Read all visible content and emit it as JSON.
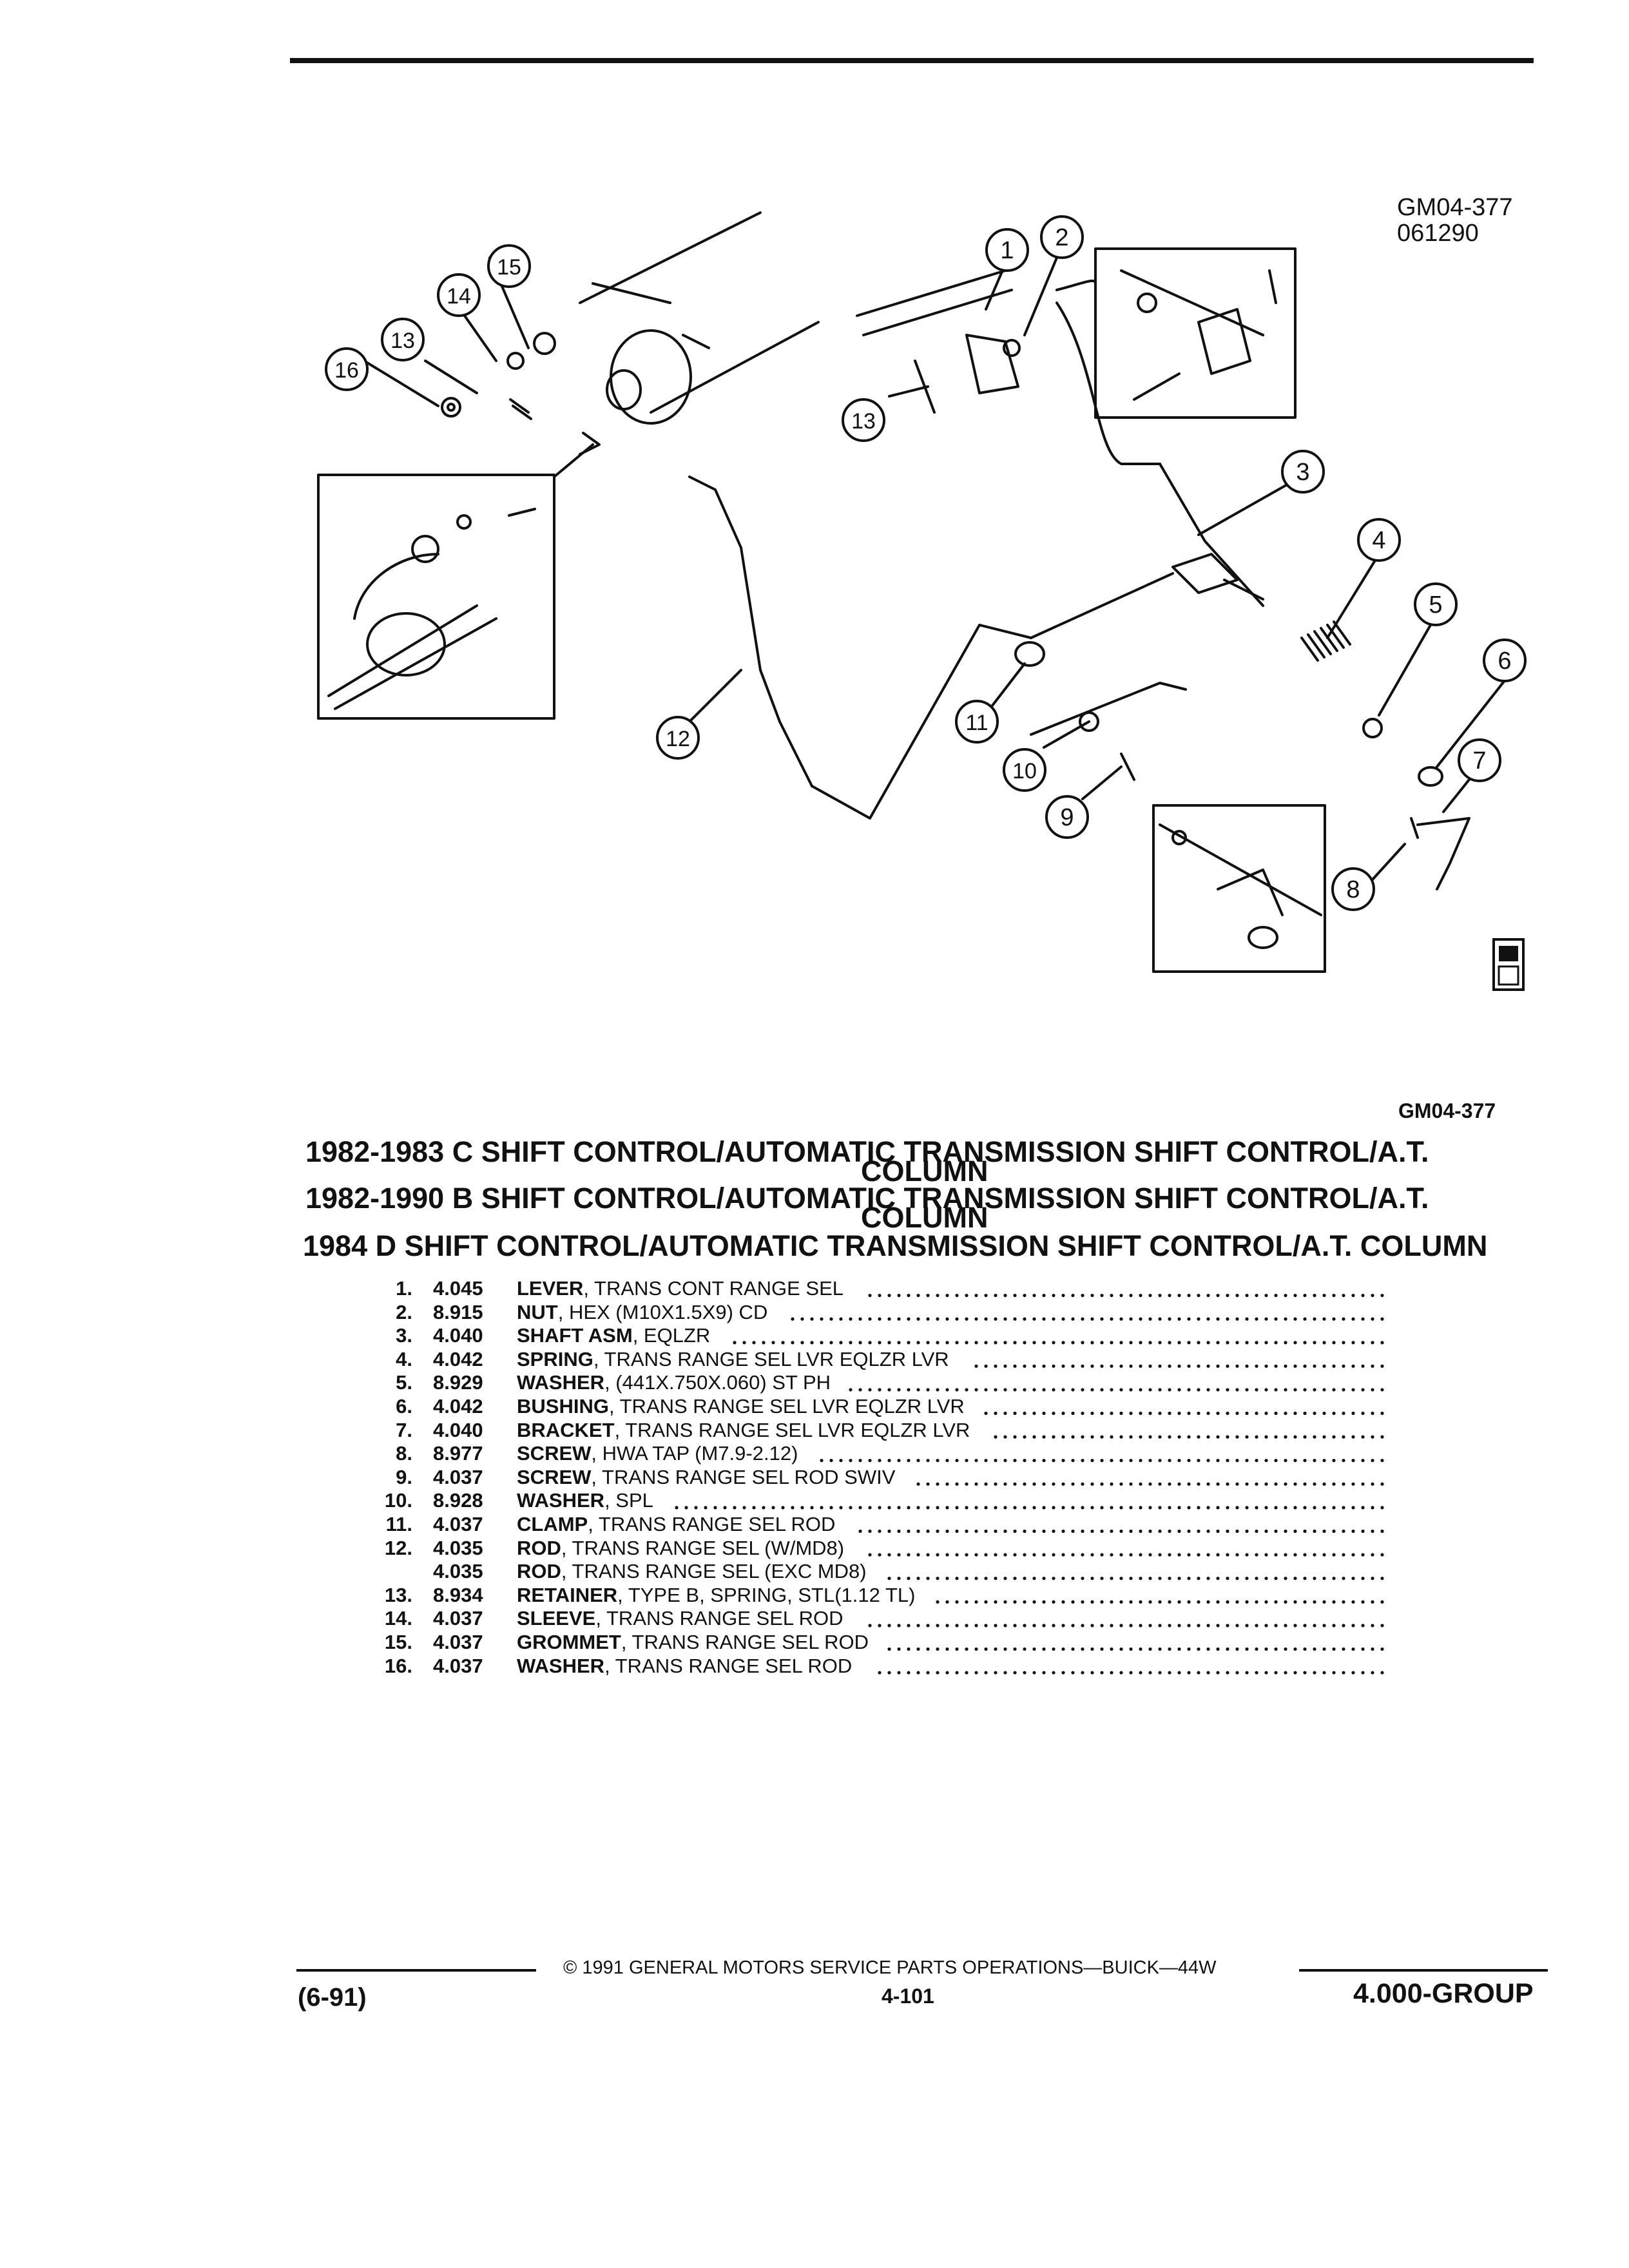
{
  "figure": {
    "id_line1": "GM04-377",
    "id_line2": "061290",
    "caption_id": "GM04-377",
    "callouts": [
      "1",
      "2",
      "3",
      "4",
      "5",
      "6",
      "7",
      "8",
      "9",
      "10",
      "11",
      "12",
      "13",
      "13",
      "14",
      "15",
      "16"
    ],
    "icon": "parts-catalog-logo-icon"
  },
  "titles": [
    {
      "main": "1982-1983 C SHIFT CONTROL/AUTOMATIC TRANSMISSION SHIFT CONTROL/A.T.",
      "sub": "COLUMN"
    },
    {
      "main": "1982-1990 B SHIFT CONTROL/AUTOMATIC TRANSMISSION SHIFT CONTROL/A.T.",
      "sub": "COLUMN"
    },
    {
      "main": "1984 D SHIFT CONTROL/AUTOMATIC TRANSMISSION SHIFT CONTROL/A.T. COLUMN",
      "sub": ""
    }
  ],
  "parts": [
    {
      "num": "1.",
      "code": "4.045",
      "name": "LEVER",
      "detail": ", TRANS CONT RANGE SEL"
    },
    {
      "num": "2.",
      "code": "8.915",
      "name": "NUT",
      "detail": ", HEX (M10X1.5X9) CD"
    },
    {
      "num": "3.",
      "code": "4.040",
      "name": "SHAFT ASM",
      "detail": ", EQLZR"
    },
    {
      "num": "4.",
      "code": "4.042",
      "name": "SPRING",
      "detail": ", TRANS RANGE SEL LVR EQLZR LVR"
    },
    {
      "num": "5.",
      "code": "8.929",
      "name": "WASHER",
      "detail": ", (441X.750X.060) ST PH"
    },
    {
      "num": "6.",
      "code": "4.042",
      "name": "BUSHING",
      "detail": ", TRANS RANGE SEL LVR EQLZR LVR"
    },
    {
      "num": "7.",
      "code": "4.040",
      "name": "BRACKET",
      "detail": ", TRANS RANGE SEL LVR EQLZR LVR"
    },
    {
      "num": "8.",
      "code": "8.977",
      "name": "SCREW",
      "detail": ", HWA TAP (M7.9-2.12)"
    },
    {
      "num": "9.",
      "code": "4.037",
      "name": "SCREW",
      "detail": ", TRANS RANGE SEL ROD SWIV"
    },
    {
      "num": "10.",
      "code": "8.928",
      "name": "WASHER",
      "detail": ", SPL"
    },
    {
      "num": "11.",
      "code": "4.037",
      "name": "CLAMP",
      "detail": ", TRANS RANGE SEL ROD"
    },
    {
      "num": "12.",
      "code": "4.035",
      "name": "ROD",
      "detail": ", TRANS RANGE SEL (W/MD8)"
    },
    {
      "num": "",
      "code": "4.035",
      "name": "ROD",
      "detail": ", TRANS RANGE SEL (EXC MD8)"
    },
    {
      "num": "13.",
      "code": "8.934",
      "name": "RETAINER",
      "detail": ", TYPE B, SPRING, STL(1.12 TL)"
    },
    {
      "num": "14.",
      "code": "4.037",
      "name": "SLEEVE",
      "detail": ", TRANS RANGE SEL ROD"
    },
    {
      "num": "15.",
      "code": "4.037",
      "name": "GROMMET",
      "detail": ", TRANS RANGE SEL ROD"
    },
    {
      "num": "16.",
      "code": "4.037",
      "name": "WASHER",
      "detail": ", TRANS RANGE SEL ROD"
    }
  ],
  "footer": {
    "copyright": "© 1991 GENERAL MOTORS SERVICE PARTS OPERATIONS—BUICK—44W",
    "date": "(6-91)",
    "page": "4-101",
    "group": "4.000-GROUP"
  }
}
